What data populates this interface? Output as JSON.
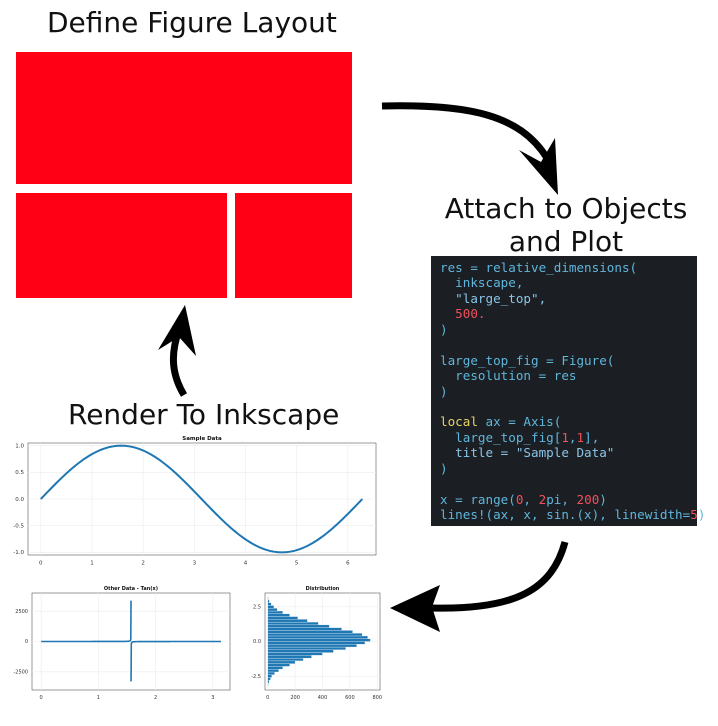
{
  "steps": {
    "define_title": "Define Figure Layout",
    "attach_title_line1": "Attach to Objects",
    "attach_title_line2": "and Plot",
    "render_title": "Render To Inkscape"
  },
  "colors": {
    "layout_panel": "#ff0015",
    "code_bg": "#1b1e22",
    "plot_line": "#1f77b4"
  },
  "code_lines": [
    [
      {
        "t": "res = relative_dimensions(",
        "c": "id"
      }
    ],
    [
      {
        "t": "  inkscape,",
        "c": "id"
      }
    ],
    [
      {
        "t": "  \"large_top\",",
        "c": "str"
      }
    ],
    [
      {
        "t": "  ",
        "c": "id"
      },
      {
        "t": "500.",
        "c": "num"
      }
    ],
    [
      {
        "t": ")",
        "c": "id"
      }
    ],
    [
      {
        "t": "",
        "c": "id"
      }
    ],
    [
      {
        "t": "large_top_fig = Figure(",
        "c": "id"
      }
    ],
    [
      {
        "t": "  resolution = res",
        "c": "id"
      }
    ],
    [
      {
        "t": ")",
        "c": "id"
      }
    ],
    [
      {
        "t": "",
        "c": "id"
      }
    ],
    [
      {
        "t": "local",
        "c": "kw"
      },
      {
        "t": " ax = Axis(",
        "c": "id"
      }
    ],
    [
      {
        "t": "  large_top_fig[",
        "c": "id"
      },
      {
        "t": "1",
        "c": "num"
      },
      {
        "t": ",",
        "c": "id"
      },
      {
        "t": "1",
        "c": "num"
      },
      {
        "t": "],",
        "c": "id"
      }
    ],
    [
      {
        "t": "  title = \"Sample Data\"",
        "c": "str"
      }
    ],
    [
      {
        "t": ")",
        "c": "id"
      }
    ],
    [
      {
        "t": "",
        "c": "id"
      }
    ],
    [
      {
        "t": "x = range(",
        "c": "id"
      },
      {
        "t": "0",
        "c": "num"
      },
      {
        "t": ", ",
        "c": "id"
      },
      {
        "t": "2",
        "c": "num"
      },
      {
        "t": "pi, ",
        "c": "id"
      },
      {
        "t": "200",
        "c": "num"
      },
      {
        "t": ")",
        "c": "id"
      }
    ],
    [
      {
        "t": "lines!(ax, x, sin.(x), linewidth=",
        "c": "id"
      },
      {
        "t": "5",
        "c": "num"
      },
      {
        "t": ")",
        "c": "id"
      }
    ]
  ],
  "chart_data": [
    {
      "type": "line",
      "title": "Sample Data",
      "function": "sin(x)",
      "x_range": [
        0,
        6.283
      ],
      "ylim": [
        -1.05,
        1.05
      ],
      "x_ticks": [
        "0",
        "1",
        "2",
        "3",
        "4",
        "5",
        "6"
      ],
      "y_ticks": [
        "1.0",
        "0.5",
        "0.0",
        "-0.5",
        "-1.0"
      ],
      "grid": true
    },
    {
      "type": "line",
      "title": "Other Data - Tan(x)",
      "function": "tan(x)",
      "x_range": [
        0,
        3.1416
      ],
      "ylim": [
        -4000,
        4000
      ],
      "x_ticks": [
        "0",
        "1",
        "2",
        "3"
      ],
      "y_ticks": [
        "2500",
        "0",
        "-2500"
      ],
      "grid": true
    },
    {
      "type": "bar",
      "title": "Distribution",
      "orientation": "horizontal",
      "categories": [
        -3.1,
        -2.9,
        -2.7,
        -2.5,
        -2.3,
        -2.1,
        -1.9,
        -1.7,
        -1.5,
        -1.3,
        -1.1,
        -0.9,
        -0.7,
        -0.5,
        -0.3,
        -0.1,
        0.1,
        0.3,
        0.5,
        0.7,
        0.9,
        1.1,
        1.3,
        1.5,
        1.7,
        1.9,
        2.1,
        2.3,
        2.5,
        2.7,
        2.9,
        3.1
      ],
      "values": [
        5,
        10,
        20,
        30,
        50,
        80,
        110,
        160,
        200,
        260,
        320,
        400,
        480,
        570,
        650,
        710,
        750,
        730,
        690,
        620,
        540,
        450,
        370,
        290,
        220,
        160,
        110,
        70,
        45,
        25,
        12,
        5
      ],
      "x_ticks": [
        "0",
        "200",
        "400",
        "600",
        "800"
      ],
      "y_ticks": [
        "2.5",
        "0.0",
        "-2.5"
      ],
      "xlim": [
        0,
        800
      ],
      "ylim": [
        -3.5,
        3.5
      ],
      "grid": true
    }
  ]
}
